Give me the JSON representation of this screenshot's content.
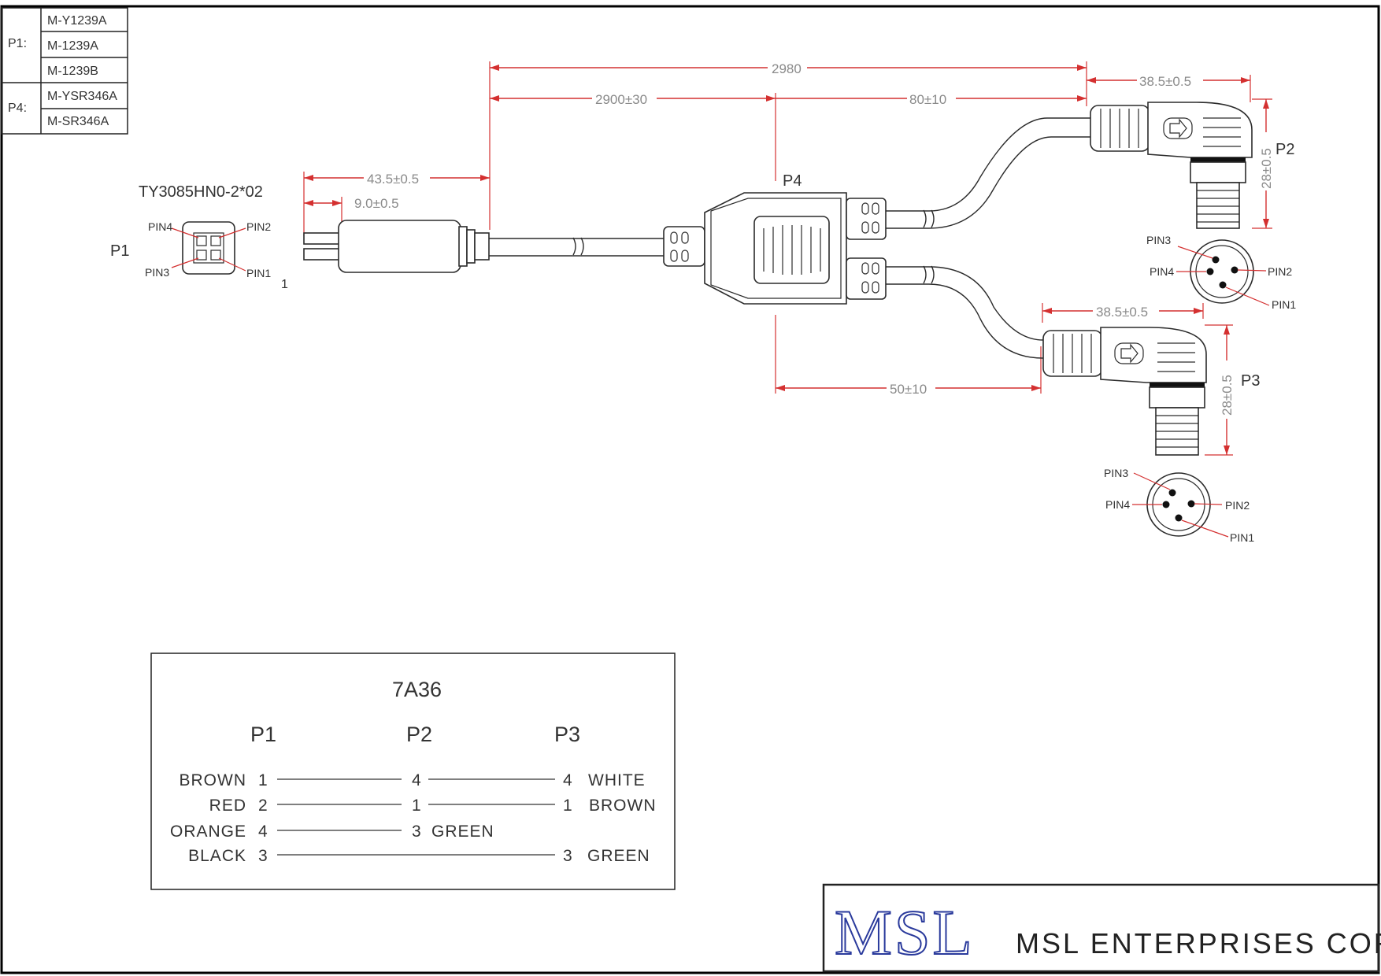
{
  "part_table": {
    "groups": [
      {
        "label": "P1:",
        "models": [
          "M-Y1239A",
          "M-1239A",
          "M-1239B"
        ]
      },
      {
        "label": "P4:",
        "models": [
          "M-YSR346A",
          "M-SR346A"
        ]
      }
    ]
  },
  "connectors": {
    "p1_name": "P1",
    "p1_part": "TY3085HN0-2*02",
    "p1_index": "1",
    "p1_pins": {
      "pin1": "PIN1",
      "pin2": "PIN2",
      "pin3": "PIN3",
      "pin4": "PIN4"
    },
    "p2_name": "P2",
    "p3_name": "P3",
    "p4_name": "P4",
    "m12_pins": {
      "pin1": "PIN1",
      "pin2": "PIN2",
      "pin3": "PIN3",
      "pin4": "PIN4"
    }
  },
  "dimensions": {
    "overall": "2980",
    "main_cable": "2900±30",
    "branch_p2": "80±10",
    "branch_p3": "50±10",
    "p1_length": "43.5±0.5",
    "p1_pin": "9.0±0.5",
    "p2_length": "38.5±0.5",
    "p2_height": "28±0.5",
    "p3_length": "38.5±0.5",
    "p3_height": "28±0.5"
  },
  "wiring": {
    "code": "7A36",
    "headers": [
      "P1",
      "P2",
      "P3"
    ],
    "rows": [
      {
        "p1_color": "BROWN",
        "p1_pin": "1",
        "p2_pin": "4",
        "p2_color": "",
        "p3_pin": "4",
        "p3_color": "WHITE"
      },
      {
        "p1_color": "RED",
        "p1_pin": "2",
        "p2_pin": "1",
        "p2_color": "",
        "p3_pin": "1",
        "p3_color": "BROWN"
      },
      {
        "p1_color": "ORANGE",
        "p1_pin": "4",
        "p2_pin": "3",
        "p2_color": "GREEN",
        "p3_pin": "",
        "p3_color": ""
      },
      {
        "p1_color": "BLACK",
        "p1_pin": "3",
        "p2_pin": "",
        "p2_color": "",
        "p3_pin": "3",
        "p3_color": "GREEN"
      }
    ]
  },
  "title_block": {
    "logo": "MSL",
    "company": "MSL ENTERPRISES CORP."
  },
  "colors": {
    "dimension": "#d43030",
    "logo": "#2a3a9c",
    "ink": "#2b2b2b"
  }
}
